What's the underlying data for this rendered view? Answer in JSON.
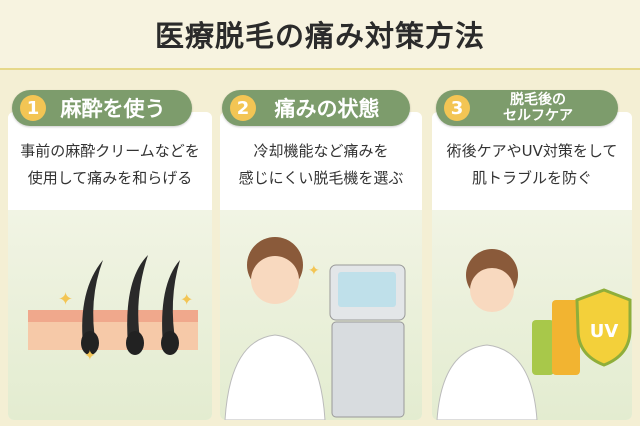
{
  "title": "医療脱毛の痛み対策方法",
  "steps": [
    {
      "number": "1",
      "label": "麻酔を使う",
      "desc_line1": "事前の麻酔クリームなどを",
      "desc_line2": "使用して痛みを和らげる"
    },
    {
      "number": "2",
      "label": "痛みの状態",
      "desc_line1": "冷却機能など痛みを",
      "desc_line2": "感じにくい脱毛機を選ぶ"
    },
    {
      "number": "3",
      "label_line1": "脱毛後の",
      "label_line2": "セルフケア",
      "desc_line1": "術後ケアやUV対策をして",
      "desc_line2": "肌トラブルを防ぐ"
    }
  ],
  "uv_badge": "UV",
  "colors": {
    "accent": "#7d9c6c",
    "number": "#f3c554",
    "background": "#f4efd4"
  }
}
